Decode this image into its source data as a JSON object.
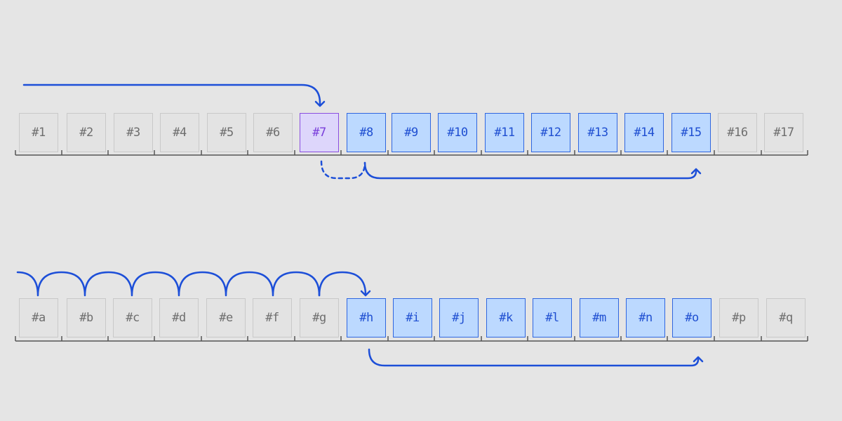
{
  "colors": {
    "background": "#e5e5e5",
    "arrow": "#1d4fd8",
    "ruler": "#555555",
    "idle_fill": "#e3e3e3",
    "idle_border": "#c9c9c9",
    "active_fill": "#bcd9ff",
    "active_border": "#2f66e0",
    "current_fill": "#ddd6fb",
    "current_border": "#8a4ee0"
  },
  "top_row": {
    "cells": [
      {
        "label": "#1",
        "state": "idle"
      },
      {
        "label": "#2",
        "state": "idle"
      },
      {
        "label": "#3",
        "state": "idle"
      },
      {
        "label": "#4",
        "state": "idle"
      },
      {
        "label": "#5",
        "state": "idle"
      },
      {
        "label": "#6",
        "state": "idle"
      },
      {
        "label": "#7",
        "state": "current"
      },
      {
        "label": "#8",
        "state": "active"
      },
      {
        "label": "#9",
        "state": "active"
      },
      {
        "label": "#10",
        "state": "active"
      },
      {
        "label": "#11",
        "state": "active"
      },
      {
        "label": "#12",
        "state": "active"
      },
      {
        "label": "#13",
        "state": "active"
      },
      {
        "label": "#14",
        "state": "active"
      },
      {
        "label": "#15",
        "state": "active"
      },
      {
        "label": "#16",
        "state": "idle"
      },
      {
        "label": "#17",
        "state": "idle"
      }
    ],
    "arrows": [
      {
        "type": "jump-in",
        "to": "#7"
      },
      {
        "type": "dashed-hop",
        "from": "#7",
        "to": "#8"
      },
      {
        "type": "span",
        "from": "#8",
        "to": "#15"
      }
    ]
  },
  "bottom_row": {
    "cells": [
      {
        "label": "#a",
        "state": "idle"
      },
      {
        "label": "#b",
        "state": "idle"
      },
      {
        "label": "#c",
        "state": "idle"
      },
      {
        "label": "#d",
        "state": "idle"
      },
      {
        "label": "#e",
        "state": "idle"
      },
      {
        "label": "#f",
        "state": "idle"
      },
      {
        "label": "#g",
        "state": "idle"
      },
      {
        "label": "#h",
        "state": "active"
      },
      {
        "label": "#i",
        "state": "active"
      },
      {
        "label": "#j",
        "state": "active"
      },
      {
        "label": "#k",
        "state": "active"
      },
      {
        "label": "#l",
        "state": "active"
      },
      {
        "label": "#m",
        "state": "active"
      },
      {
        "label": "#n",
        "state": "active"
      },
      {
        "label": "#o",
        "state": "active"
      },
      {
        "label": "#p",
        "state": "idle"
      },
      {
        "label": "#q",
        "state": "idle"
      }
    ],
    "arrows": [
      {
        "type": "hop-chain",
        "from": "#a",
        "to": "#h"
      },
      {
        "type": "span",
        "from": "#h",
        "to": "#o"
      }
    ]
  }
}
